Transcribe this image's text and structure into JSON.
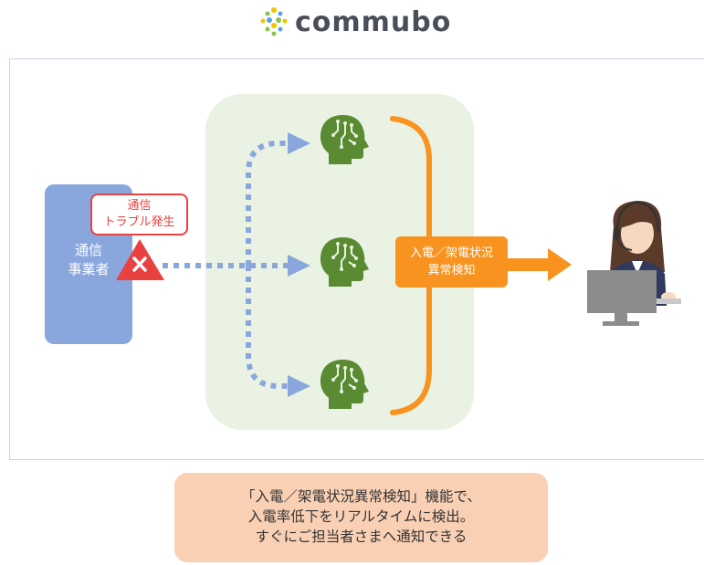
{
  "logo": {
    "text": "commubo",
    "icon": "dots-logo-icon"
  },
  "carrier": {
    "label": "通信\n事業者"
  },
  "trouble_callout": {
    "label": "通信\nトラブル発生"
  },
  "detection": {
    "label": "入電／架電状況\n異常検知"
  },
  "message": {
    "lines": [
      "「入電／架電状況異常検知」機能で、",
      "入電率低下をリアルタイムに検出。",
      "すぐにご担当者さまへ通知できる"
    ]
  },
  "icons": [
    "warning-x-icon",
    "ai-head-icon",
    "operator-icon"
  ],
  "colors": {
    "carrier": "#8aa7dd",
    "alert": "#e8413f",
    "ai_bg": "#eaf2e3",
    "ai_head": "#5a8a32",
    "detection": "#f7931e",
    "dotted_arrow": "#8aa7dd",
    "message_bg": "#f9d0b4"
  }
}
